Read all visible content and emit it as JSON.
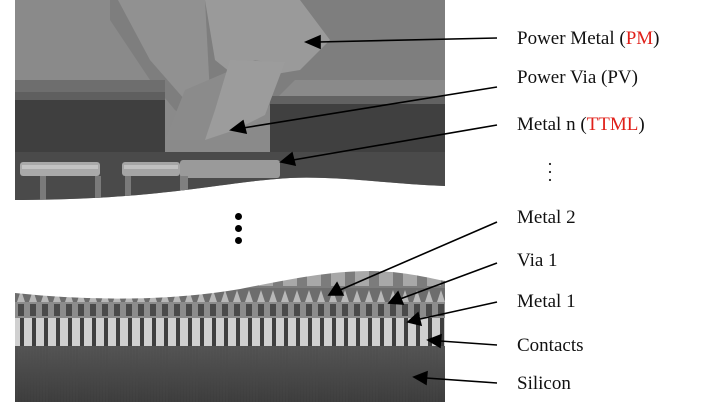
{
  "labels": {
    "power_metal_prefix": "Power Metal (",
    "power_metal_abbr": "PM",
    "power_metal_suffix": ")",
    "power_via": "Power Via (PV)",
    "metal_n_prefix": "Metal n  (",
    "metal_n_abbr": "TTML",
    "metal_n_suffix": ")",
    "metal_2": "Metal 2",
    "via_1": "Via 1",
    "metal_1": "Metal 1",
    "contacts": "Contacts",
    "silicon": "Silicon"
  },
  "colors": {
    "highlight_red": "#e0201a"
  }
}
